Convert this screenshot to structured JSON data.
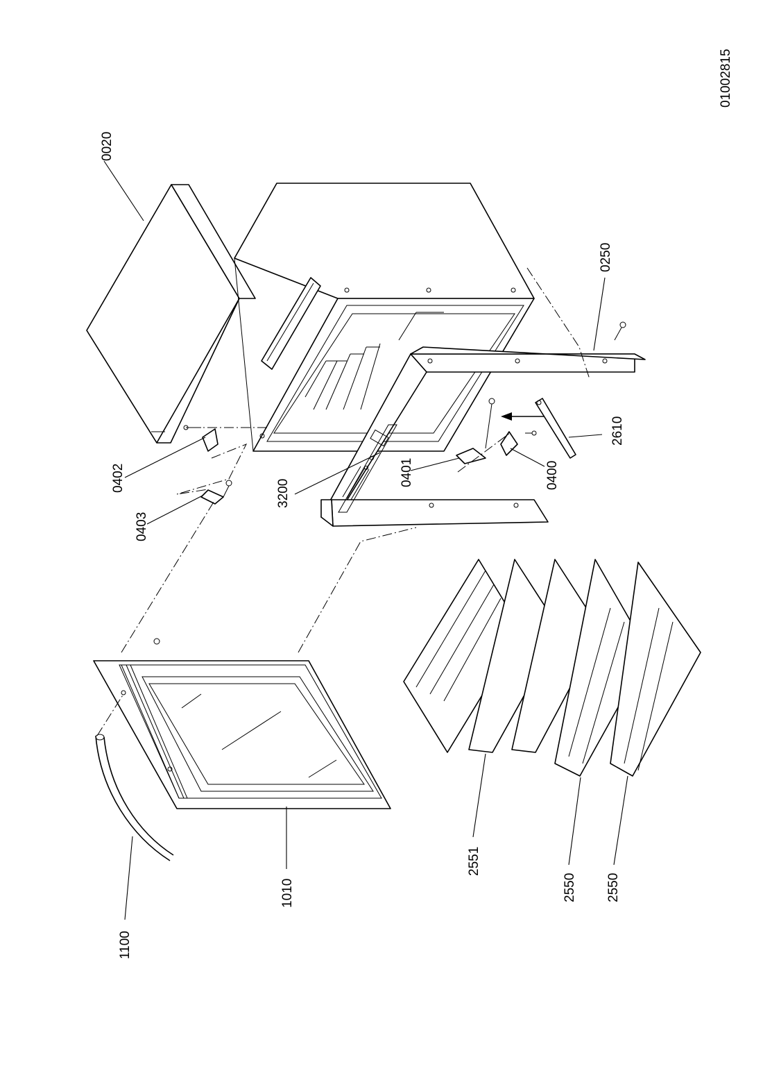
{
  "drawing_number": "01002815",
  "callouts": {
    "c0020": "0020",
    "c0250": "0250",
    "c0402": "0402",
    "c0403": "0403",
    "c3200": "3200",
    "c0401": "0401",
    "c0400": "0400",
    "c2610": "2610",
    "c1100": "1100",
    "c1010": "1010",
    "c2551": "2551",
    "c2550a": "2550",
    "c2550b": "2550"
  }
}
